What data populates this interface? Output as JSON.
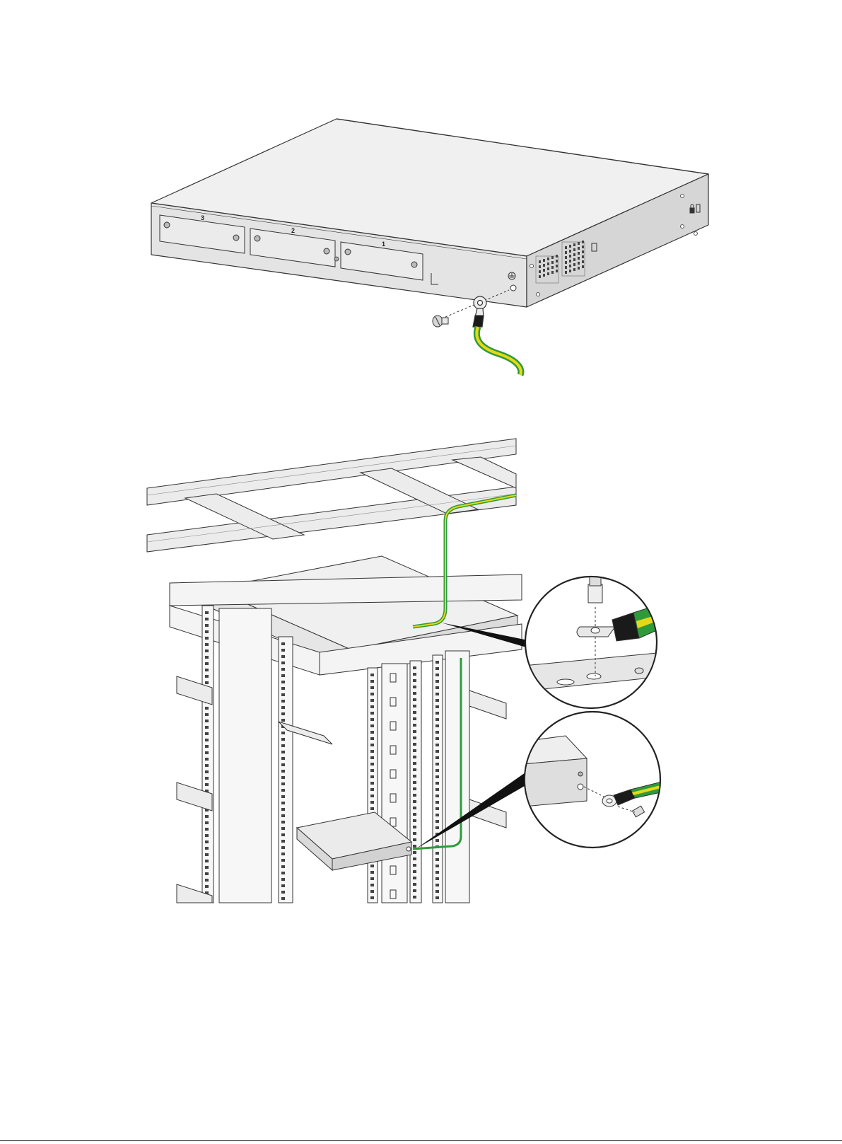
{
  "figure1": {
    "slot_labels": [
      "3",
      "2",
      "1"
    ]
  },
  "colors": {
    "outline": "#333333",
    "chassis_top": "#f0f0f0",
    "chassis_front": "#e4e4e4",
    "chassis_side": "#d6d6d6",
    "ground_green": "#2e9b3a",
    "ground_yellow": "#e6d818",
    "lug_black": "#1a1a1a",
    "background": "#ffffff"
  },
  "icons": [
    "ground-symbol-icon",
    "lock-icon"
  ]
}
